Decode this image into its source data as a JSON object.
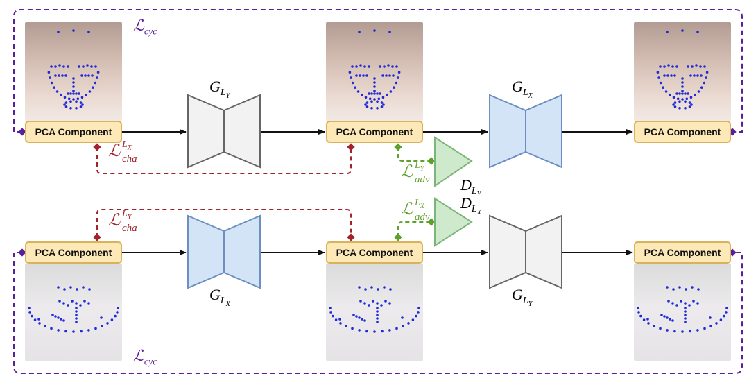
{
  "pca_label": "PCA Component",
  "losses": {
    "cyc_top": {
      "script": "ℒ",
      "sub": "cyc"
    },
    "cyc_bottom": {
      "script": "ℒ",
      "sub": "cyc"
    },
    "cha_top": {
      "script": "ℒ",
      "sup_base": "L",
      "sup_sub": "X",
      "sub": "cha"
    },
    "cha_bottom": {
      "script": "ℒ",
      "sup_base": "L",
      "sup_sub": "Y",
      "sub": "cha"
    },
    "adv_top": {
      "script": "ℒ",
      "sup_base": "L",
      "sup_sub": "Y",
      "sub": "adv"
    },
    "adv_bottom": {
      "script": "ℒ",
      "sup_base": "L",
      "sup_sub": "X",
      "sub": "adv"
    }
  },
  "generators": {
    "g_top_left": {
      "base": "G",
      "sub_base": "L",
      "sub_sub": "Y"
    },
    "g_top_right": {
      "base": "G",
      "sub_base": "L",
      "sub_sub": "X"
    },
    "g_bottom_left": {
      "base": "G",
      "sub_base": "L",
      "sub_sub": "X"
    },
    "g_bottom_right": {
      "base": "G",
      "sub_base": "L",
      "sub_sub": "Y"
    }
  },
  "discriminators": {
    "d_top": {
      "base": "D",
      "sub_base": "L",
      "sub_sub": "Y"
    },
    "d_bottom": {
      "base": "D",
      "sub_base": "L",
      "sub_sub": "X"
    }
  },
  "colors": {
    "cyc": "#5b1f9c",
    "cha": "#a1242c",
    "adv": "#5ea12a",
    "gen_gray_fill": "#f2f2f2",
    "gen_gray_stroke": "#666666",
    "gen_blue_fill": "#d3e4f7",
    "gen_blue_stroke": "#6b8fc2",
    "disc_fill": "#cfe9cc",
    "disc_stroke": "#7cb57a",
    "pca_fill": "#fde9b8",
    "pca_stroke": "#d9b25c",
    "landmark": "#1f2bd6"
  }
}
